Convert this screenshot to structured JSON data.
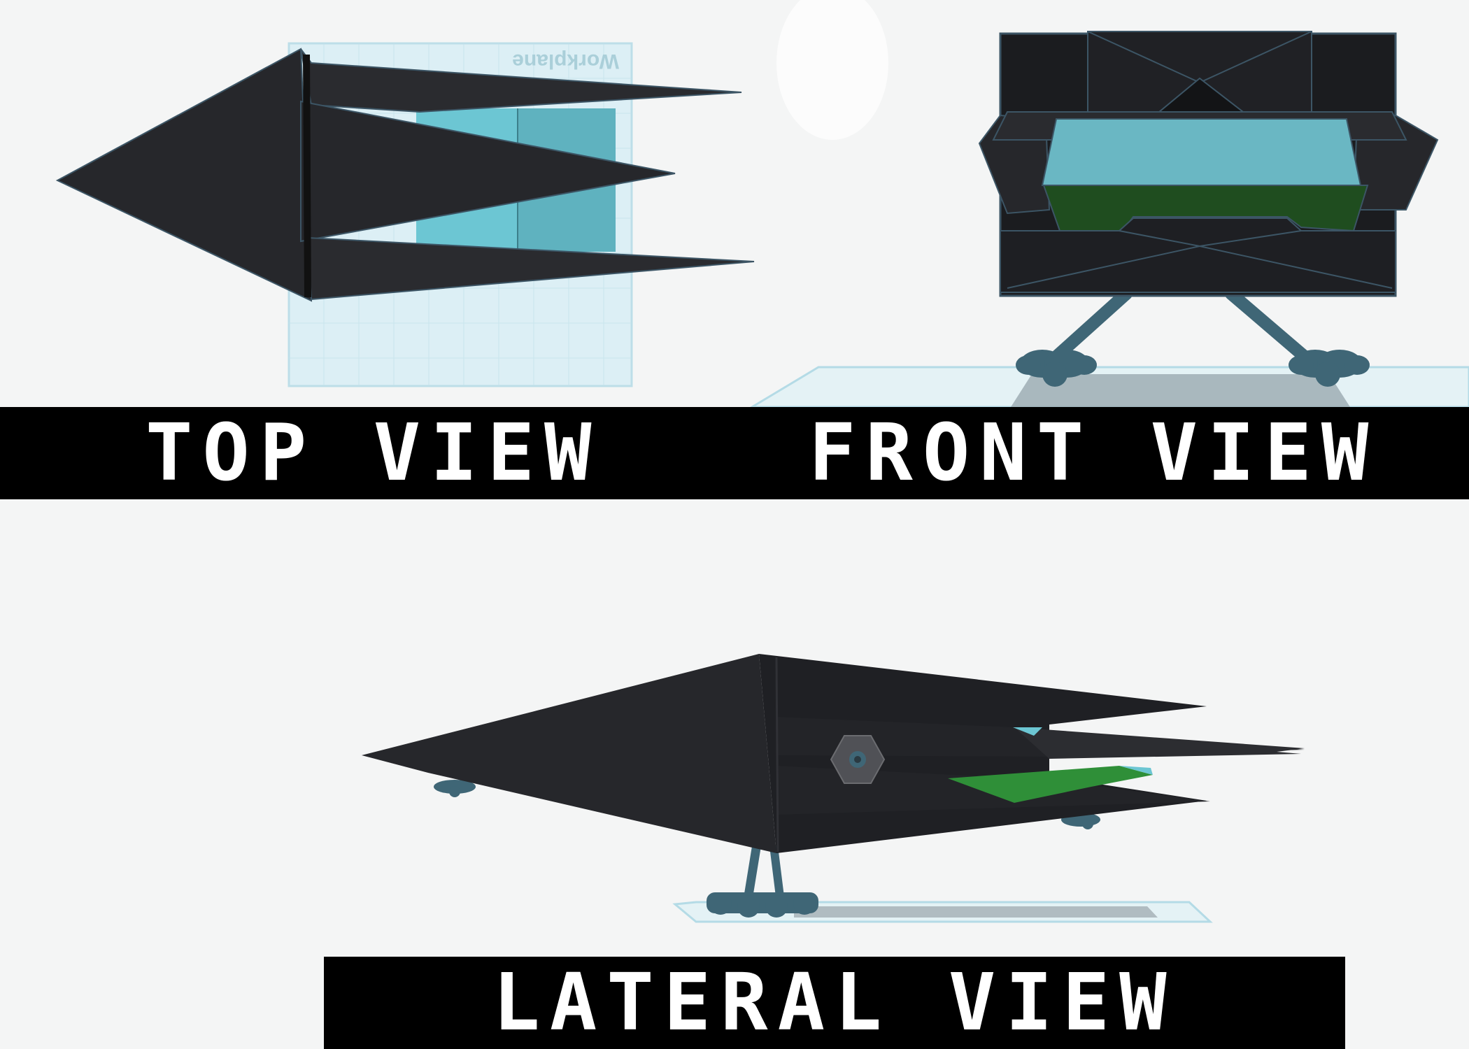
{
  "labels": {
    "top_view": "TOP VIEW",
    "front_view": "FRONT VIEW",
    "lateral_view": "LATERAL VIEW"
  },
  "workplane_text": "Workplane",
  "colors": {
    "background": "#f4f5f5",
    "hull": "#26272b",
    "hull_dark": "#1b1c1f",
    "edge": "#3c5565",
    "cockpit": "#6cc6d3",
    "cockpit_shade": "#5fb2bf",
    "green_panel": "#1f4d1f",
    "green_bright": "#2f8f38",
    "workplane": "#d6eef4",
    "leg": "#3f6676",
    "banner": "#000000",
    "banner_text": "#ffffff"
  }
}
